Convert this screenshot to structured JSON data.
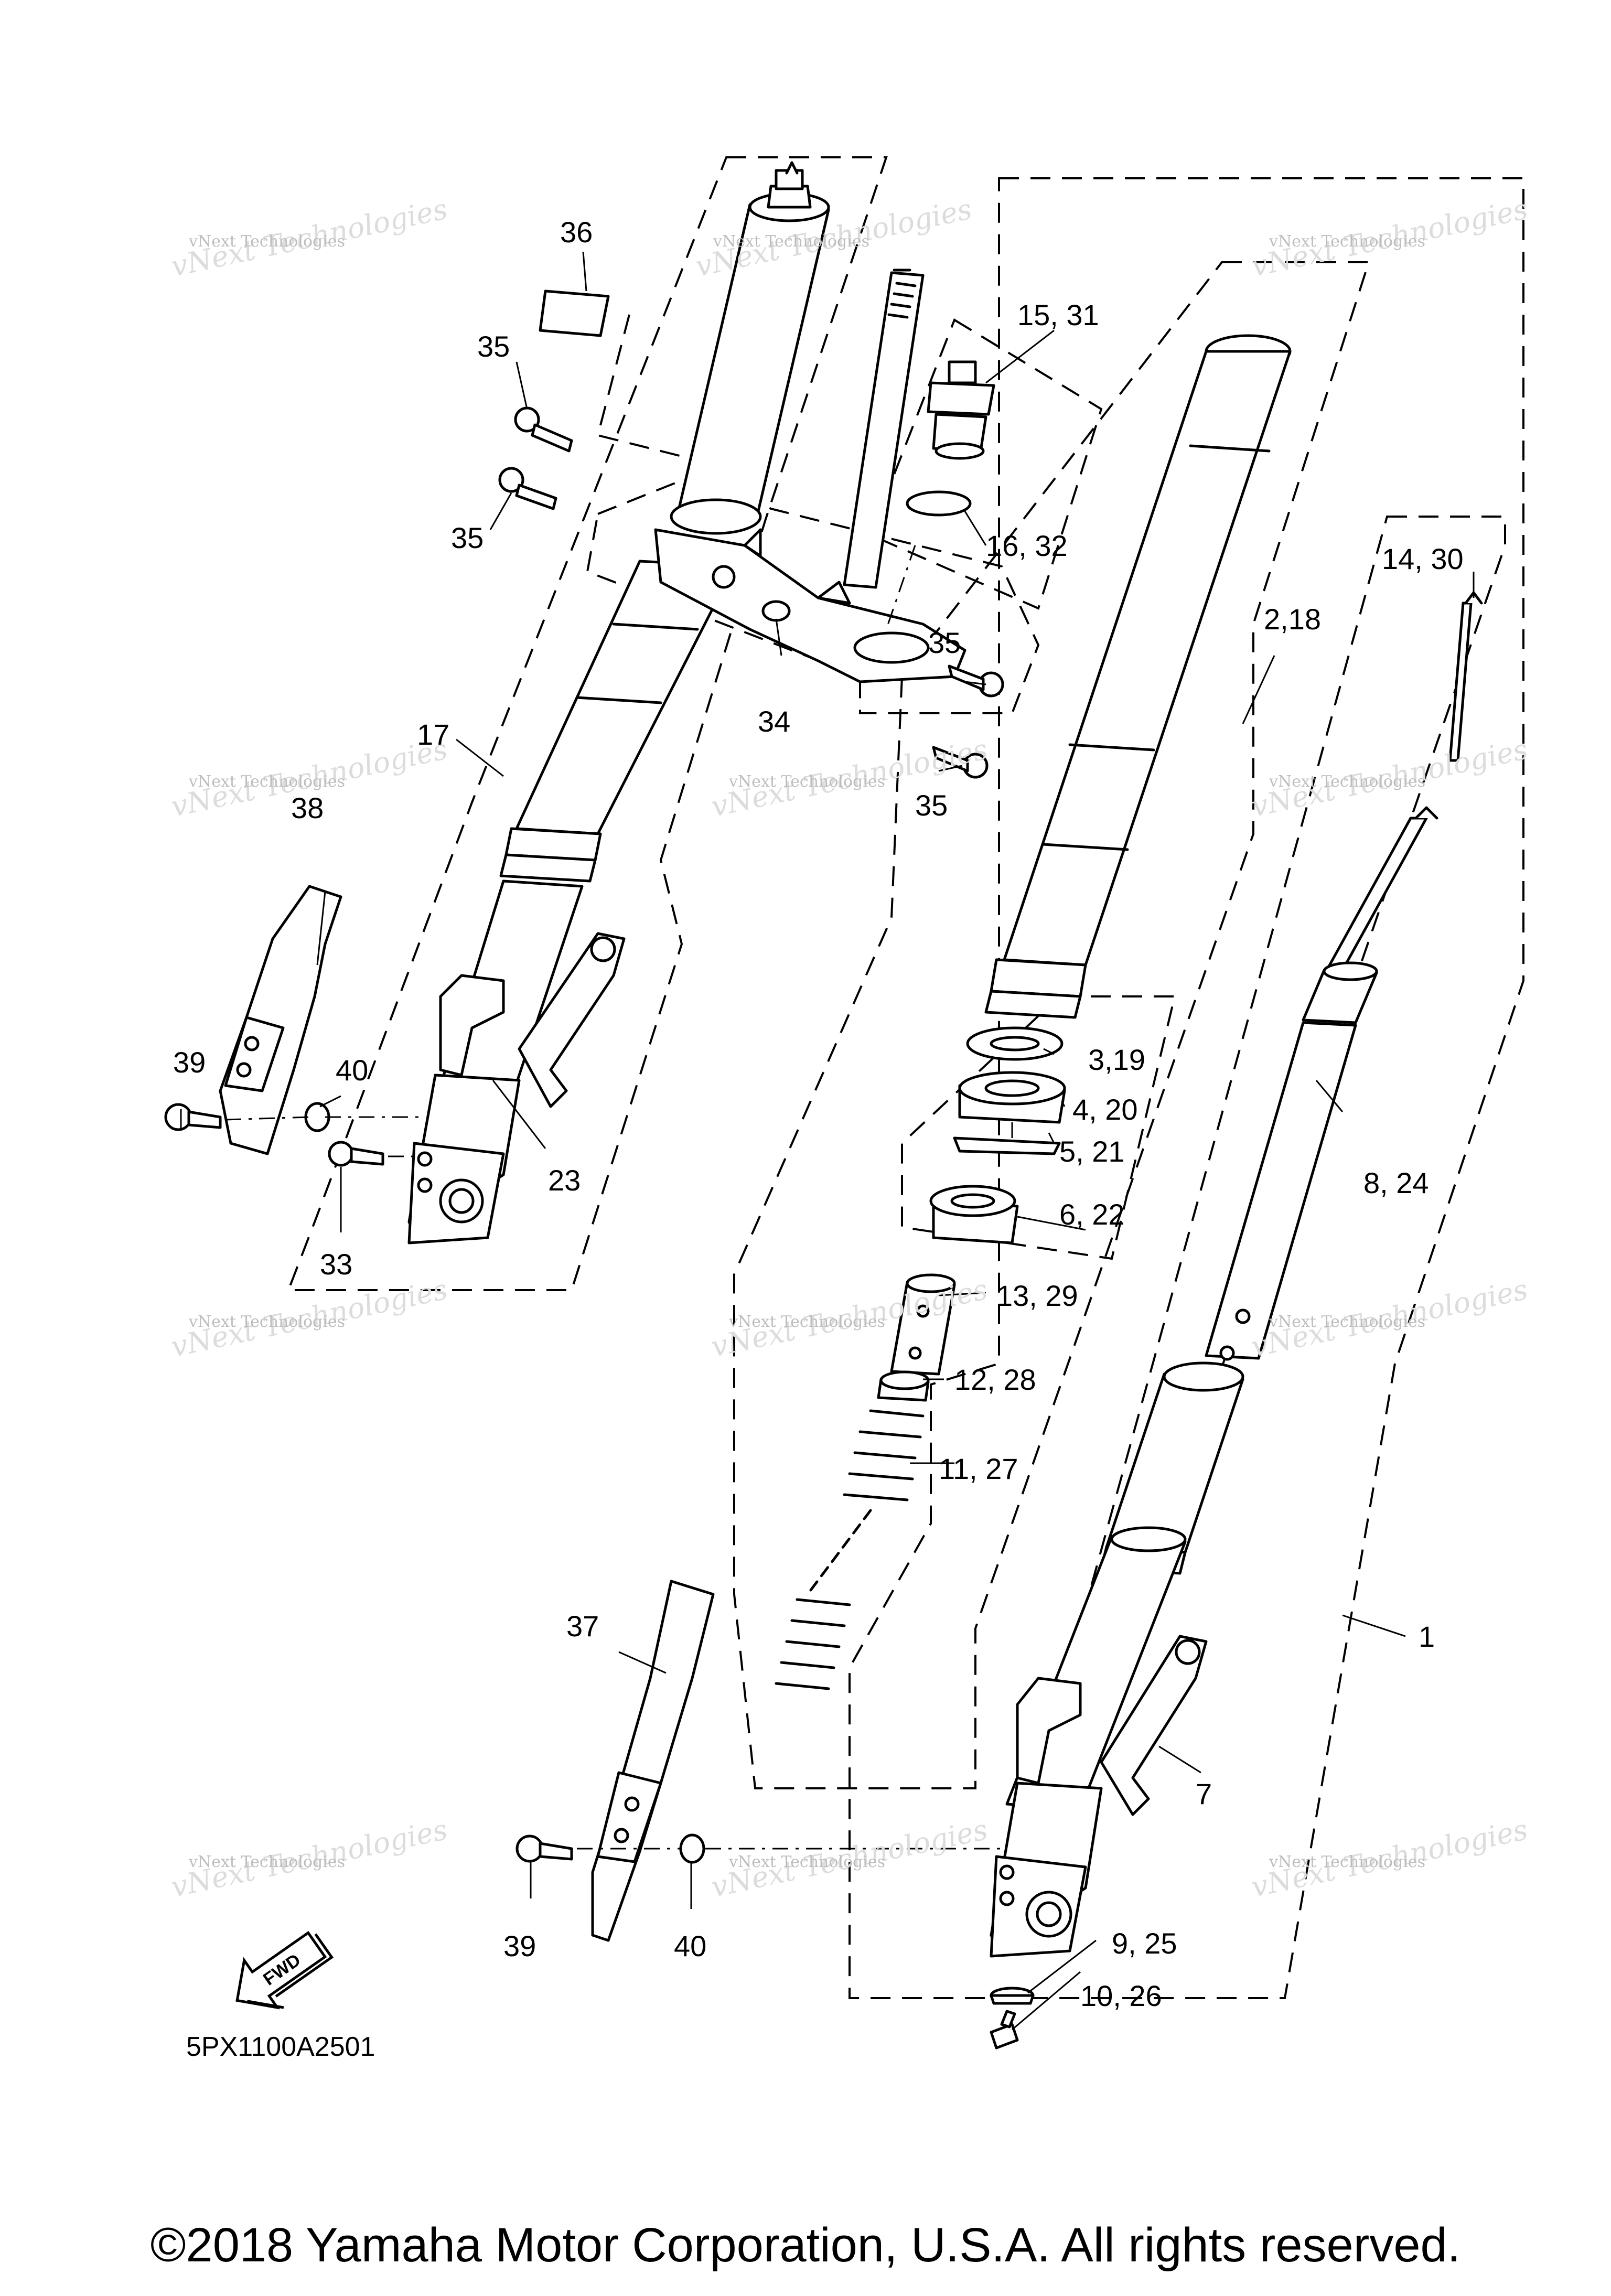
{
  "diagram": {
    "part_labels": [
      {
        "id": "36",
        "text": "36"
      },
      {
        "id": "35a",
        "text": "35"
      },
      {
        "id": "35b",
        "text": "35"
      },
      {
        "id": "35c",
        "text": "35"
      },
      {
        "id": "35d",
        "text": "35"
      },
      {
        "id": "34",
        "text": "34"
      },
      {
        "id": "15_31",
        "text": "15, 31"
      },
      {
        "id": "16_32",
        "text": "16, 32"
      },
      {
        "id": "14_30",
        "text": "14, 30"
      },
      {
        "id": "2_18",
        "text": "2,18"
      },
      {
        "id": "17",
        "text": "17"
      },
      {
        "id": "38",
        "text": "38"
      },
      {
        "id": "39a",
        "text": "39"
      },
      {
        "id": "40a",
        "text": "40"
      },
      {
        "id": "23",
        "text": "23"
      },
      {
        "id": "33",
        "text": "33"
      },
      {
        "id": "3_19",
        "text": "3,19"
      },
      {
        "id": "4_20",
        "text": "4, 20"
      },
      {
        "id": "5_21",
        "text": "5, 21"
      },
      {
        "id": "6_22",
        "text": "6, 22"
      },
      {
        "id": "8_24",
        "text": "8, 24"
      },
      {
        "id": "13_29",
        "text": "13, 29"
      },
      {
        "id": "12_28",
        "text": "12, 28"
      },
      {
        "id": "11_27",
        "text": "11, 27"
      },
      {
        "id": "1",
        "text": "1"
      },
      {
        "id": "37",
        "text": "37"
      },
      {
        "id": "7",
        "text": "7"
      },
      {
        "id": "39b",
        "text": "39"
      },
      {
        "id": "40b",
        "text": "40"
      },
      {
        "id": "9_25",
        "text": "9, 25"
      },
      {
        "id": "10_26",
        "text": "10, 26"
      }
    ],
    "fwd_label": "FWD",
    "diagram_code": "5PX1100A2501",
    "watermark_line1": "vNext Technologies",
    "watermark_line2": "vNext Technologies"
  },
  "copyright": "©2018 Yamaha Motor Corporation, U.S.A. All rights reserved."
}
